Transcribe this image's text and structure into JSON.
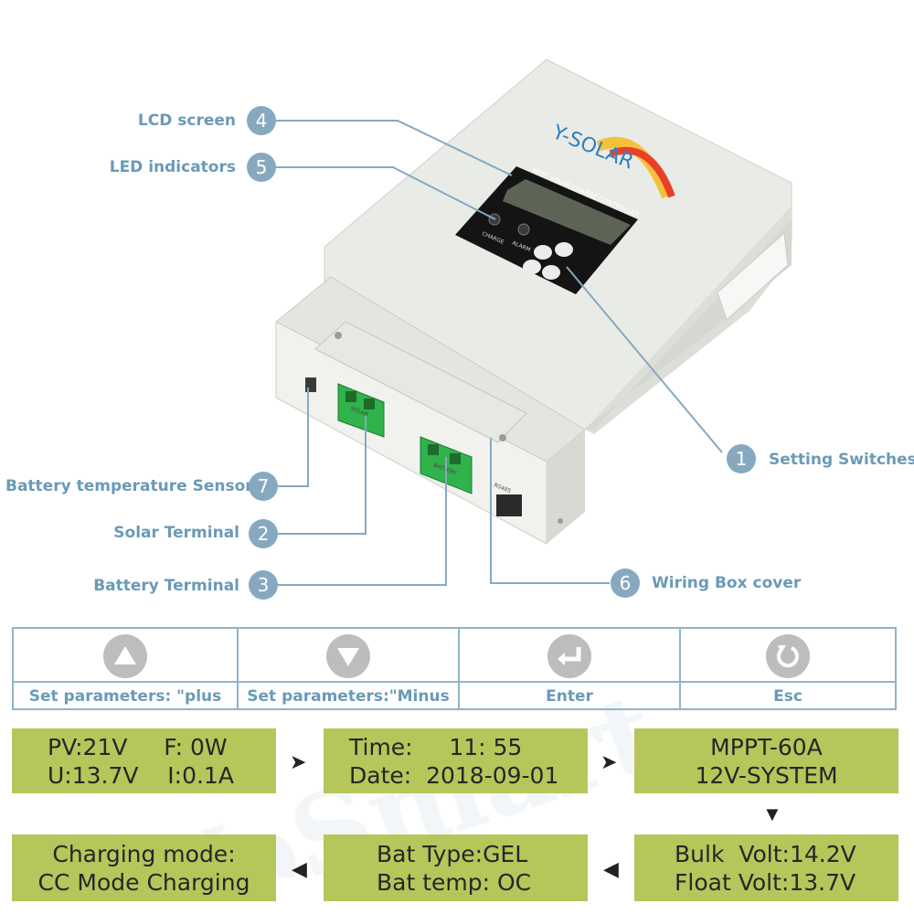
{
  "product": {
    "brand_logo": "Y-SOLAR",
    "lcd_header": "MPPT SOLAR CHARGE CONTROLLER",
    "led_labels": [
      "CHARGE",
      "ALARM"
    ],
    "port_label": "RS485",
    "solar_terminal_label": "SOLAR",
    "battery_terminal_label": "BATTERY",
    "case_color": "#eceeea",
    "logo_color": "#2f7fc0",
    "sun_colors": [
      "#f6c13a",
      "#e8412a"
    ]
  },
  "callouts": [
    {
      "number": "4",
      "label": "LCD screen"
    },
    {
      "number": "5",
      "label": "LED indicators"
    },
    {
      "number": "1",
      "label": "Setting Switches"
    },
    {
      "number": "7",
      "label": "Battery temperature Sensor"
    },
    {
      "number": "2",
      "label": "Solar Terminal"
    },
    {
      "number": "3",
      "label": "Battery Terminal"
    },
    {
      "number": "6",
      "label": "Wiring Box cover"
    }
  ],
  "keys": [
    {
      "icon": "up-arrow-icon",
      "label": "Set parameters: \"plus"
    },
    {
      "icon": "down-arrow-icon",
      "label": "Set parameters:\"Minus"
    },
    {
      "icon": "enter-icon",
      "label": "Enter"
    },
    {
      "icon": "esc-icon",
      "label": "Esc"
    }
  ],
  "screens": [
    {
      "line1": "PV:21V     F: 0W",
      "line2": "U:13.7V    I:0.1A"
    },
    {
      "line1": "Time:     11: 55",
      "line2": "Date:  2018-09-01"
    },
    {
      "line1": "MPPT-60A",
      "line2": "12V-SYSTEM"
    },
    {
      "line1": "Bulk  Volt:14.2V",
      "line2": "Float Volt:13.7V"
    },
    {
      "line1": "Bat Type:GEL",
      "line2": "Bat temp: OC"
    },
    {
      "line1": "Charging mode:",
      "line2": "CC Mode Charging"
    }
  ],
  "watermark": "YoSmart",
  "colors": {
    "accent": "#86a9c0",
    "label": "#6a9ab7",
    "lcd": "#b7c65a",
    "table_border": "#8fb4c8",
    "key_icon": "#bdbdbd"
  }
}
